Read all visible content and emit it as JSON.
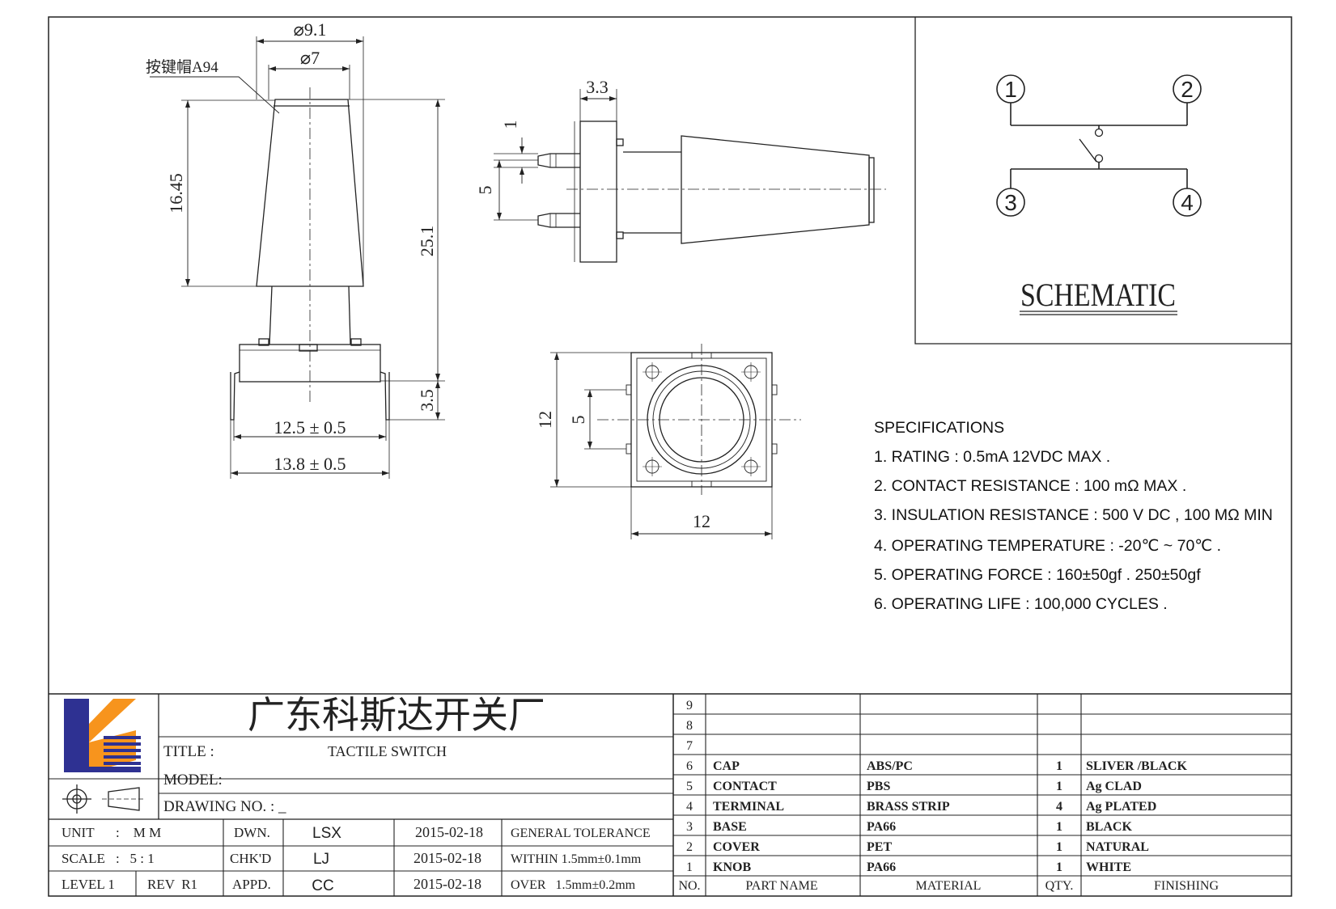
{
  "drawing": {
    "front_view": {
      "dim_outer_dia": "⌀9.1",
      "dim_inner_dia": "⌀7",
      "callout": "按键帽A94",
      "dim_cap_height": "16.45",
      "dim_total_height": "25.1",
      "dim_pin_height": "3.5",
      "dim_body_width": "12.5 ± 0.5",
      "dim_pin_width": "13.8 ± 0.5"
    },
    "side_view": {
      "dim_body_depth": "3.3",
      "dim_pin_thickness": "1",
      "dim_pin_pitch": "5"
    },
    "top_view": {
      "dim_height": "12",
      "dim_pin_pitch": "5",
      "dim_width": "12"
    }
  },
  "schematic": {
    "title": "SCHEMATIC",
    "pins": [
      "1",
      "2",
      "3",
      "4"
    ]
  },
  "specifications": {
    "title": "SPECIFICATIONS",
    "items": [
      "1. RATING : 0.5mA 12VDC MAX .",
      "2. CONTACT RESISTANCE : 100 mΩ MAX .",
      "3. INSULATION RESISTANCE : 500 V DC , 100 MΩ MIN",
      "4. OPERATING TEMPERATURE : -20℃ ~ 70℃ .",
      "5. OPERATING FORCE : 160±50gf . 250±50gf",
      "6. OPERATING LIFE : 100,000 CYCLES ."
    ]
  },
  "title_block": {
    "company": "广东科斯达开关厂",
    "title_label": "TITLE :",
    "title_value": "TACTILE SWITCH",
    "model_label": "MODEL:",
    "drawing_no_label": "DRAWING NO. : _",
    "rows": [
      {
        "k1": "UNIT",
        "v1": ":    M M",
        "k2": "DWN.",
        "name": "LSX",
        "date": "2015-02-18",
        "tol": "GENERAL TOLERANCE"
      },
      {
        "k1": "SCALE",
        "v1": ":   5 : 1",
        "k2": "CHK'D",
        "name": "LJ",
        "date": "2015-02-18",
        "tol": "WITHIN 1.5mm±0.1mm"
      },
      {
        "k1": "LEVEL 1",
        "v1": "REV  R1",
        "k2": "APPD.",
        "name": "CC",
        "date": "2015-02-18",
        "tol": "OVER   1.5mm±0.2mm"
      }
    ]
  },
  "bom": {
    "headers": {
      "no": "NO.",
      "part": "PART  NAME",
      "material": "MATERIAL",
      "qty": "QTY.",
      "finishing": "FINISHING"
    },
    "rows": [
      {
        "no": "9",
        "part": "",
        "material": "",
        "qty": "",
        "finishing": ""
      },
      {
        "no": "8",
        "part": "",
        "material": "",
        "qty": "",
        "finishing": ""
      },
      {
        "no": "7",
        "part": "",
        "material": "",
        "qty": "",
        "finishing": ""
      },
      {
        "no": "6",
        "part": "CAP",
        "material": "ABS/PC",
        "qty": "1",
        "finishing": "SLIVER /BLACK"
      },
      {
        "no": "5",
        "part": "CONTACT",
        "material": "PBS",
        "qty": "1",
        "finishing": "Ag CLAD"
      },
      {
        "no": "4",
        "part": "TERMINAL",
        "material": "BRASS STRIP",
        "qty": "4",
        "finishing": "Ag PLATED"
      },
      {
        "no": "3",
        "part": "BASE",
        "material": "PA66",
        "qty": "1",
        "finishing": "BLACK"
      },
      {
        "no": "2",
        "part": "COVER",
        "material": "PET",
        "qty": "1",
        "finishing": "NATURAL"
      },
      {
        "no": "1",
        "part": "KNOB",
        "material": "PA66",
        "qty": "1",
        "finishing": "WHITE"
      }
    ]
  },
  "colors": {
    "logo_blue": "#2e3192",
    "logo_orange": "#f7941d",
    "line": "#222222"
  }
}
